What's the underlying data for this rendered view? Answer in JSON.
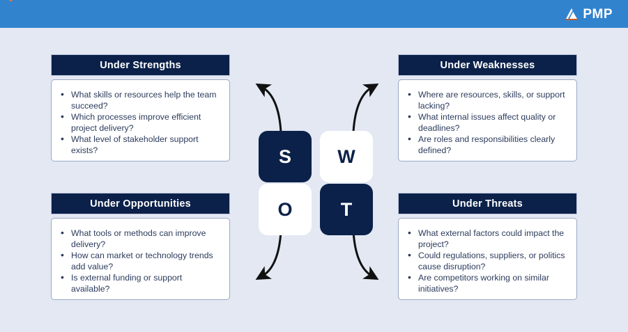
{
  "topbar": {
    "background_color": "#3183ce",
    "brand": {
      "name": "PMP",
      "mark_icon": "mountain-logo-icon",
      "accent_color": "#e8743b"
    }
  },
  "theme": {
    "page_background": "#e3e8f3",
    "header_navy": "#0b2149",
    "body_text": "#2c3b5c",
    "card_background": "#ffffff"
  },
  "center": {
    "tiles": [
      {
        "letter": "S",
        "style": "dark",
        "name": "swot-tile-strengths"
      },
      {
        "letter": "W",
        "style": "light",
        "name": "swot-tile-weaknesses"
      },
      {
        "letter": "O",
        "style": "light",
        "name": "swot-tile-opportunities"
      },
      {
        "letter": "T",
        "style": "dark",
        "name": "swot-tile-threats"
      }
    ],
    "arrows": [
      {
        "name": "arrow-up-left-icon",
        "direction": "up-left"
      },
      {
        "name": "arrow-up-right-icon",
        "direction": "up-right"
      },
      {
        "name": "arrow-down-left-icon",
        "direction": "down-left"
      },
      {
        "name": "arrow-down-right-icon",
        "direction": "down-right"
      }
    ]
  },
  "panels": {
    "strengths": {
      "title": "Under Strengths",
      "items": [
        "What skills or resources help the team succeed?",
        "Which processes improve efficient project delivery?",
        "What level of stakeholder support exists?"
      ]
    },
    "weaknesses": {
      "title": "Under Weaknesses",
      "items": [
        "Where are resources, skills, or support lacking?",
        "What internal issues affect quality or deadlines?",
        "Are roles and responsibilities clearly defined?"
      ]
    },
    "opportunities": {
      "title": "Under Opportunities",
      "items": [
        "What tools or methods can improve delivery?",
        "How can market or technology trends add value?",
        "Is external funding or support available?"
      ]
    },
    "threats": {
      "title": "Under Threats",
      "items": [
        "What external factors could impact the project?",
        "Could regulations, suppliers, or politics cause disruption?",
        "Are competitors working on similar initiatives?"
      ]
    }
  }
}
